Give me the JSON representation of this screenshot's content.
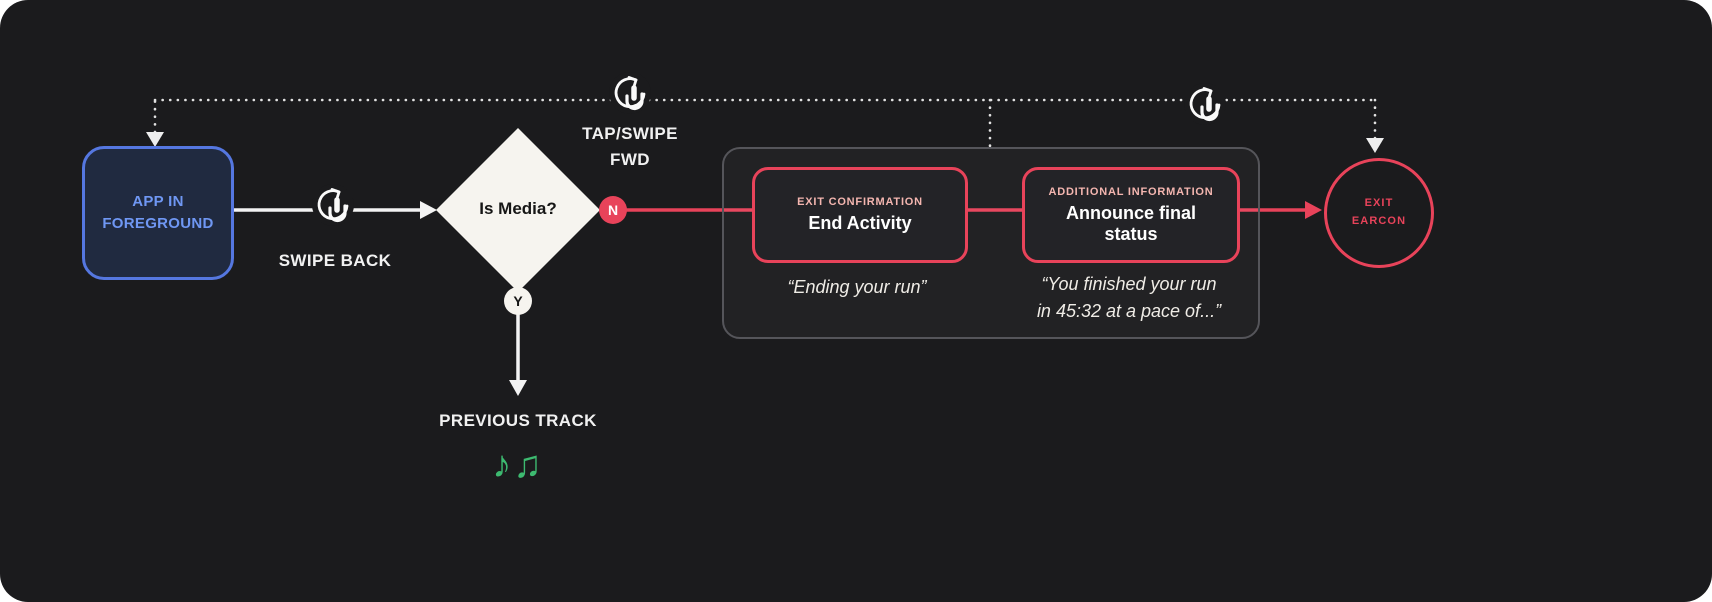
{
  "colors": {
    "background": "#1b1b1d",
    "blue_accent": "#5577e0",
    "blue_text": "#6f97f3",
    "red_accent": "#e8435a",
    "pink_label": "#f4b6b0",
    "green_notes": "#3dba70",
    "diamond_fill": "#f6f4ef"
  },
  "flow": {
    "app_node": {
      "label": "APP IN\nFOREGROUND"
    },
    "swipe_back": {
      "label": "SWIPE BACK"
    },
    "tap_swipe_fwd": {
      "label": "TAP/SWIPE\nFWD"
    },
    "decision": {
      "label": "Is Media?",
      "no_label": "N",
      "yes_label": "Y"
    },
    "previous_track": {
      "label": "PREVIOUS TRACK",
      "notes_glyph": "♪♫"
    },
    "exit_confirmation": {
      "eyebrow": "EXIT CONFIRMATION",
      "title": "End Activity",
      "quote": "“Ending your run”"
    },
    "additional_information": {
      "eyebrow": "ADDITIONAL INFORMATION",
      "title": "Announce final\nstatus",
      "quote": "“You finished your run\nin 45:32 at a pace of...”"
    },
    "exit_earcon": {
      "label": "EXIT\nEARCON"
    }
  }
}
